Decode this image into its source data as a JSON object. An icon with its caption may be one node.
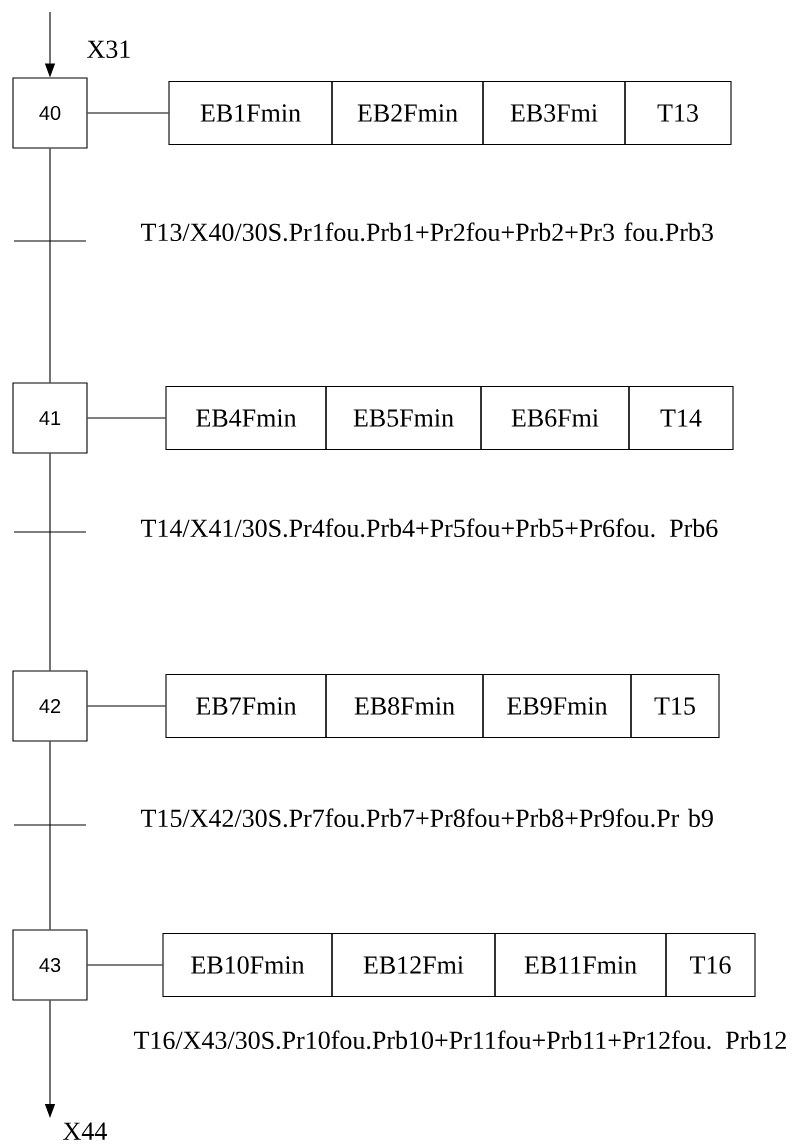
{
  "diagram": {
    "nodes": [
      {
        "text": [
          "40"
        ]
      },
      {
        "text": [
          "EB1Fmin"
        ]
      },
      {
        "text": [
          "EB2Fmin"
        ]
      },
      {
        "text": [
          "EB3Fmi"
        ]
      },
      {
        "text": [
          "T13"
        ]
      },
      {
        "text": [
          "41"
        ]
      },
      {
        "text": [
          "EB4Fmin"
        ]
      },
      {
        "text": [
          "EB5Fmin"
        ]
      },
      {
        "text": [
          "EB6Fmi"
        ]
      },
      {
        "text": [
          "T14"
        ]
      },
      {
        "text": [
          "42"
        ]
      },
      {
        "text": [
          "EB7Fmin"
        ]
      },
      {
        "text": [
          "EB8Fmin"
        ]
      },
      {
        "text": [
          "EB9Fmin"
        ]
      },
      {
        "text": [
          "T15"
        ]
      },
      {
        "text": [
          "43"
        ]
      },
      {
        "text": [
          "EB10Fmin"
        ]
      },
      {
        "text": [
          "EB12Fmi"
        ]
      },
      {
        "text": [
          "EB11Fmin"
        ]
      },
      {
        "text": [
          "T16"
        ]
      }
    ],
    "edges": [
      {
        "from": null,
        "to": 0,
        "arrow": "to"
      },
      {
        "from": 0,
        "to": 1,
        "arrow": "none"
      },
      {
        "from": 0,
        "to": 5,
        "arrow": "none",
        "label": "T13/X40/30S.Pr1fou.Prb1+Pr2fou+Prb2+Pr3 fou.Prb3"
      },
      {
        "from": 5,
        "to": 6,
        "arrow": "none"
      },
      {
        "from": 5,
        "to": 10,
        "arrow": "none",
        "label": "T14/X41/30S.Pr4fou.Prb4+Pr5fou+Prb5+Pr6fou. Prb6"
      },
      {
        "from": 10,
        "to": 11,
        "arrow": "none"
      },
      {
        "from": 10,
        "to": 15,
        "arrow": "none",
        "label": "T15/X42/30S.Pr7fou.Prb7+Pr8fou+Prb8+Pr9fou.Pr b9"
      },
      {
        "from": 15,
        "to": 16,
        "arrow": "none"
      },
      {
        "from": 15,
        "to": null,
        "arrow": "to",
        "label": "T16/X43/30S.Pr10fou.Prb10+Pr11fou+Prb11+Pr12fou. Prb12"
      }
    ],
    "labels": [
      "X31",
      "X44"
    ]
  }
}
